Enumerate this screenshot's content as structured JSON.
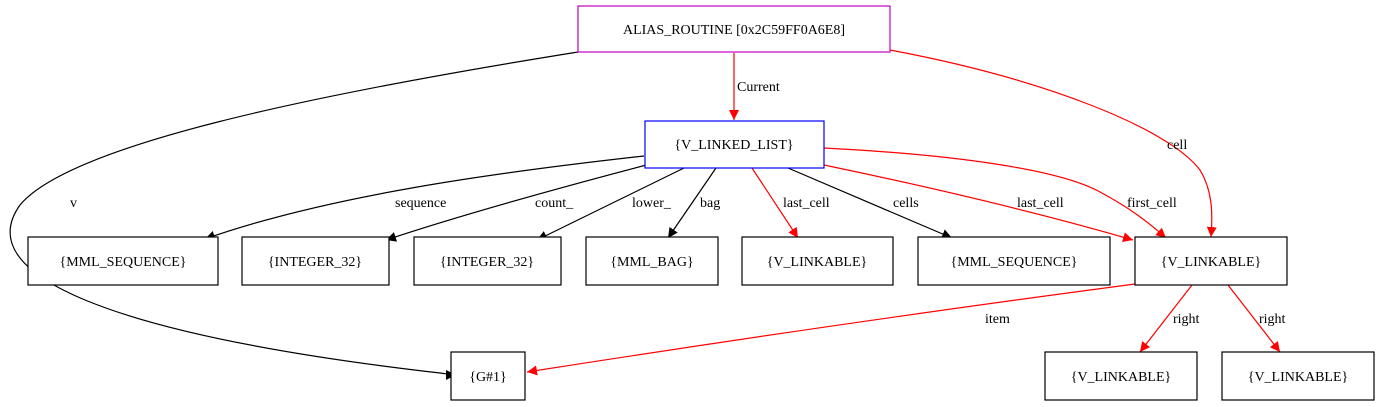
{
  "colors": {
    "root_border": "#c000c0",
    "list_border": "#0000ff",
    "default_border": "#000000",
    "edge_black": "#000000",
    "edge_red": "#ff0000"
  },
  "nodes": {
    "alias_routine": "ALIAS_ROUTINE [0x2C59FF0A6E8]",
    "v_linked_list": "{V_LINKED_LIST}",
    "mml_sequence_1": "{MML_SEQUENCE}",
    "integer_32_1": "{INTEGER_32}",
    "integer_32_2": "{INTEGER_32}",
    "mml_bag": "{MML_BAG}",
    "v_linkable_1": "{V_LINKABLE}",
    "mml_sequence_2": "{MML_SEQUENCE}",
    "v_linkable_main": "{V_LINKABLE}",
    "g1": "{G#1}",
    "v_linkable_right_1": "{V_LINKABLE}",
    "v_linkable_right_2": "{V_LINKABLE}"
  },
  "edges": {
    "current": "Current",
    "cell": "cell",
    "v": "v",
    "sequence": "sequence",
    "count": "count_",
    "lower": "lower_",
    "bag": "bag",
    "last_cell_1": "last_cell",
    "cells": "cells",
    "last_cell_2": "last_cell",
    "first_cell": "first_cell",
    "item": "item",
    "right_1": "right",
    "right_2": "right"
  }
}
